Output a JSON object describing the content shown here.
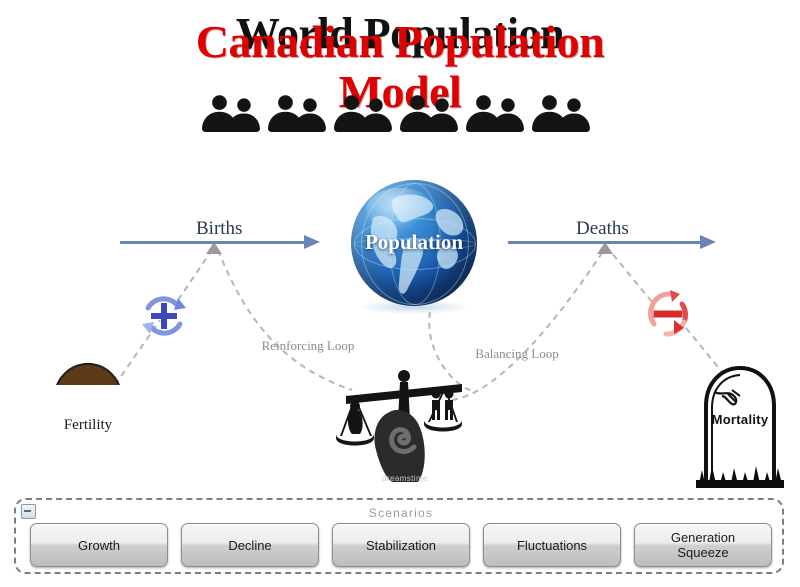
{
  "title": {
    "black_overlay": "World Population",
    "red_line_1": "Canadian Population",
    "red_line_2": "Model"
  },
  "colors": {
    "title_red": "#e00000",
    "title_black": "#111111",
    "flow_arrow": "#6a84b4",
    "reinforcing_badge": "#4a62c8",
    "balancing_badge": "#e03535",
    "loop_label": "#8b8b8b",
    "panel_border": "#7d7d7d"
  },
  "header_graphic": {
    "icon": "people-crowd-silhouette",
    "person_pairs": 6
  },
  "diagram": {
    "center_node": {
      "icon": "globe-icon",
      "label": "Population"
    },
    "flows": [
      {
        "label": "Births",
        "direction": "right",
        "icon": "arrow-right-icon"
      },
      {
        "label": "Deaths",
        "direction": "right",
        "icon": "arrow-right-icon"
      }
    ],
    "loops": [
      {
        "name": "reinforcing",
        "label": "Reinforcing\nLoop",
        "badge_sign": "+",
        "badge_icon": "circular-arrows-plus-icon"
      },
      {
        "name": "balancing",
        "label": "Balancing\nLoop",
        "badge_sign": "−",
        "badge_icon": "circular-arrows-minus-icon"
      }
    ],
    "sources": [
      {
        "label": "Fertility",
        "icon": "baby-head-icon"
      },
      {
        "label": "Mortality",
        "icon": "tombstone-icon"
      }
    ],
    "center_art": {
      "icon": "hand-holding-scales-icon",
      "watermark": "dreamstime"
    }
  },
  "scenarios_panel": {
    "title": "Scenarios",
    "collapse_icon": "collapse-minus-icon",
    "buttons": [
      {
        "label": "Growth"
      },
      {
        "label": "Decline"
      },
      {
        "label": "Stabilization"
      },
      {
        "label": "Fluctuations"
      },
      {
        "label": "Generation\nSqueeze"
      }
    ]
  }
}
